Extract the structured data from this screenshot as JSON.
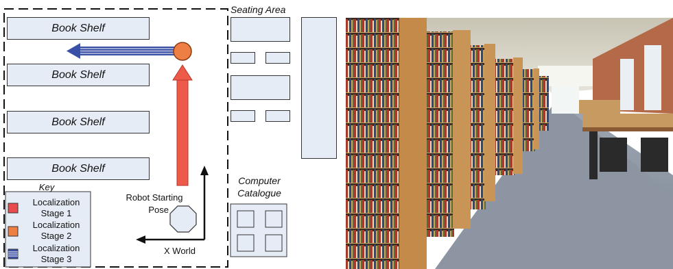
{
  "map": {
    "shelves": [
      "Book Shelf",
      "Book Shelf",
      "Book Shelf",
      "Book Shelf"
    ],
    "seating_area_label": "Seating Area",
    "computer_catalogue_label_1": "Computer",
    "computer_catalogue_label_2": "Catalogue",
    "robot_start_label_1": "Robot Starting",
    "robot_start_label_2": "Pose",
    "x_world_label": "X World",
    "key": {
      "title": "Key",
      "items": [
        {
          "line1": "Localization",
          "line2": "Stage 1",
          "color": "#e84c4c"
        },
        {
          "line1": "Localization",
          "line2": "Stage 2",
          "color": "#ee7f44"
        },
        {
          "line1": "Localization",
          "line2": "Stage 3",
          "color": "#3a4fa6"
        }
      ]
    },
    "colors": {
      "shelf_fill": "#e6ecf6",
      "stage1_arrow": "#ee5a4a",
      "stage2_marker": "#ee7f44",
      "stage3_arrow": "#3a4fa6"
    }
  },
  "photo": {
    "description_icon": "library-bookshelves-photo"
  }
}
